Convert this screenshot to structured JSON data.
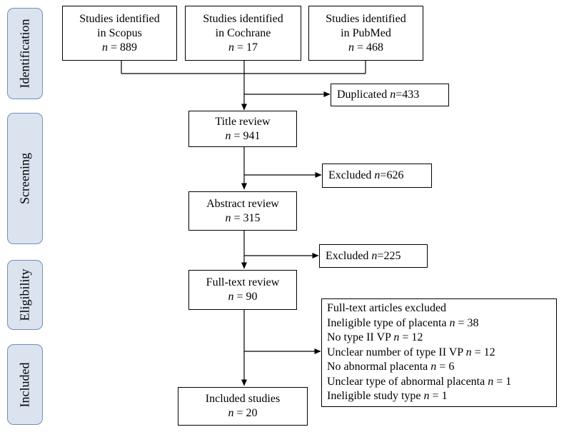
{
  "stages": {
    "identification": "Identification",
    "screening": "Screening",
    "eligibility": "Eligibility",
    "included": "Included"
  },
  "sources": {
    "scopus": {
      "line1": "Studies identified",
      "line2": "in Scopus",
      "n": "889"
    },
    "cochrane": {
      "line1": "Studies identified",
      "line2": "in Cochrane",
      "n": "17"
    },
    "pubmed": {
      "line1": "Studies identified",
      "line2": "in PubMed",
      "n": "468"
    }
  },
  "duplicated": {
    "label": "Duplicated",
    "n": "433"
  },
  "title_review": {
    "label": "Title review",
    "n": "941"
  },
  "excluded_title": {
    "label": "Excluded",
    "n": "626"
  },
  "abstract_review": {
    "label": "Abstract review",
    "n": "315"
  },
  "excluded_abstract": {
    "label": "Excluded",
    "n": "225"
  },
  "fulltext_review": {
    "label": "Full-text review",
    "n": "90"
  },
  "fulltext_excluded": {
    "heading": "Full-text articles excluded",
    "items": [
      {
        "label": "Ineligible type of placenta",
        "n": "38"
      },
      {
        "label": "No type II VP",
        "n": "12"
      },
      {
        "label": "Unclear number of type II VP",
        "n": "12"
      },
      {
        "label": "No abnormal placenta",
        "n": "6"
      },
      {
        "label": "Unclear type of abnormal placenta",
        "n": "1"
      },
      {
        "label": "Ineligible study type",
        "n": "1"
      }
    ]
  },
  "included": {
    "label": "Included studies",
    "n": "20"
  },
  "n_symbol": "n",
  "eq": " = "
}
